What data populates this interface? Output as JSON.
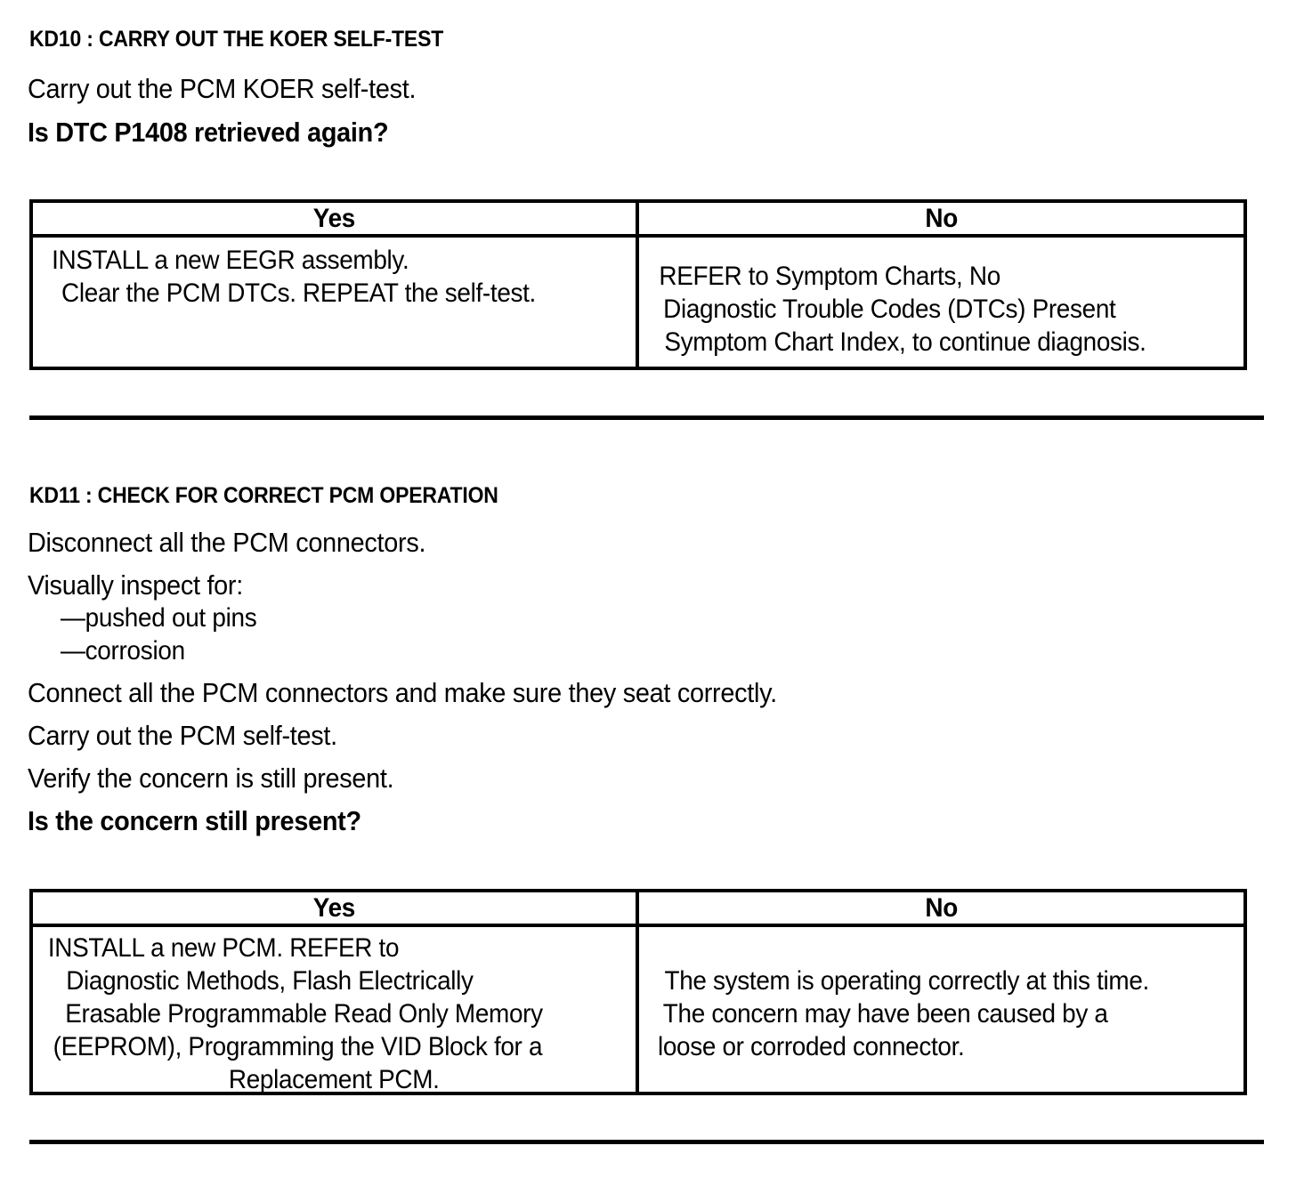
{
  "document": {
    "type": "diagnostic-pinpoint-test",
    "steps": [
      {
        "id": "kd10",
        "heading": "KD10 : CARRY OUT THE KOER SELF-TEST",
        "instructions": [
          {
            "text": "Carry out the PCM KOER self-test.",
            "style": "normal"
          },
          {
            "text": "Is DTC P1408 retrieved again?",
            "style": "bold"
          }
        ],
        "table": {
          "columns": [
            "Yes",
            "No"
          ],
          "cells": {
            "yes": [
              "INSTALL a new EEGR assembly.",
              "Clear the PCM DTCs. REPEAT the self-test."
            ],
            "no": [
              "REFER to Symptom Charts, No",
              "Diagnostic Trouble Codes (DTCs) Present",
              "Symptom Chart Index, to continue diagnosis."
            ]
          }
        }
      },
      {
        "id": "kd11",
        "heading": "KD11 : CHECK FOR CORRECT PCM OPERATION",
        "instructions": [
          {
            "text": "Disconnect all the PCM connectors.",
            "style": "normal"
          },
          {
            "text": "Visually inspect for:",
            "style": "normal"
          },
          {
            "text": "—pushed out pins",
            "style": "dash"
          },
          {
            "text": "—corrosion",
            "style": "dash"
          },
          {
            "text": "Connect all the PCM connectors and make sure they seat correctly.",
            "style": "normal"
          },
          {
            "text": "Carry out the PCM self-test.",
            "style": "normal"
          },
          {
            "text": "Verify the concern is still present.",
            "style": "normal"
          },
          {
            "text": "Is the concern still present?",
            "style": "bold"
          }
        ],
        "table": {
          "columns": [
            "Yes",
            "No"
          ],
          "cells": {
            "yes": [
              "INSTALL a new PCM.  REFER to",
              "Diagnostic Methods,  Flash Electrically",
              "Erasable Programmable Read Only Memory",
              "(EEPROM), Programming the VID Block for a",
              "Replacement PCM."
            ],
            "no": [
              "The system is operating correctly at this time.",
              "The concern may have been caused by a",
              "loose or corroded connector."
            ]
          }
        }
      }
    ]
  },
  "colors": {
    "ink": "#000000",
    "paper": "#ffffff"
  }
}
